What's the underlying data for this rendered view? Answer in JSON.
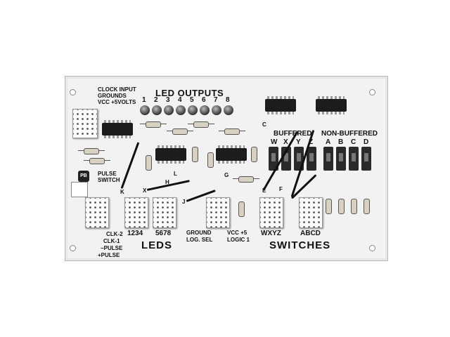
{
  "board": {
    "inputs": {
      "clock_input": "CLOCK INPUT",
      "grounds": "GROUNDS",
      "vcc": "VCC +5VOLTS"
    },
    "led_outputs": {
      "title": "LED OUTPUTS",
      "numbers": [
        "1",
        "2",
        "3",
        "4",
        "5",
        "6",
        "7",
        "8"
      ]
    },
    "pulse_switch": {
      "button_label": "PB",
      "label_line1": "PULSE",
      "label_line2": "SWITCH"
    },
    "switches": {
      "buffered": "BUFFERED",
      "non_buffered": "NON-BUFFERED",
      "buffered_letters": [
        "W",
        "X",
        "Y",
        "Z"
      ],
      "non_buffered_letters": [
        "A",
        "B",
        "C",
        "D"
      ]
    },
    "connector_labels": {
      "clk2": "CLK-2",
      "clk1": "CLK-1",
      "pulse_neg": "−PULSE",
      "pulse_pos": "+PULSE",
      "leds_1234": "1234",
      "leds_5678": "5678",
      "leds_title": "LEDS",
      "ground": "GROUND",
      "log_sel": "LOG. SEL",
      "vcc5": "VCC +5",
      "logic1": "LOGIC 1",
      "wxyz": "WXYZ",
      "abcd": "ABCD",
      "switches_title": "SWITCHES"
    },
    "wire_letters": [
      "K",
      "X",
      "H",
      "L",
      "G",
      "C",
      "E",
      "F",
      "J"
    ]
  }
}
